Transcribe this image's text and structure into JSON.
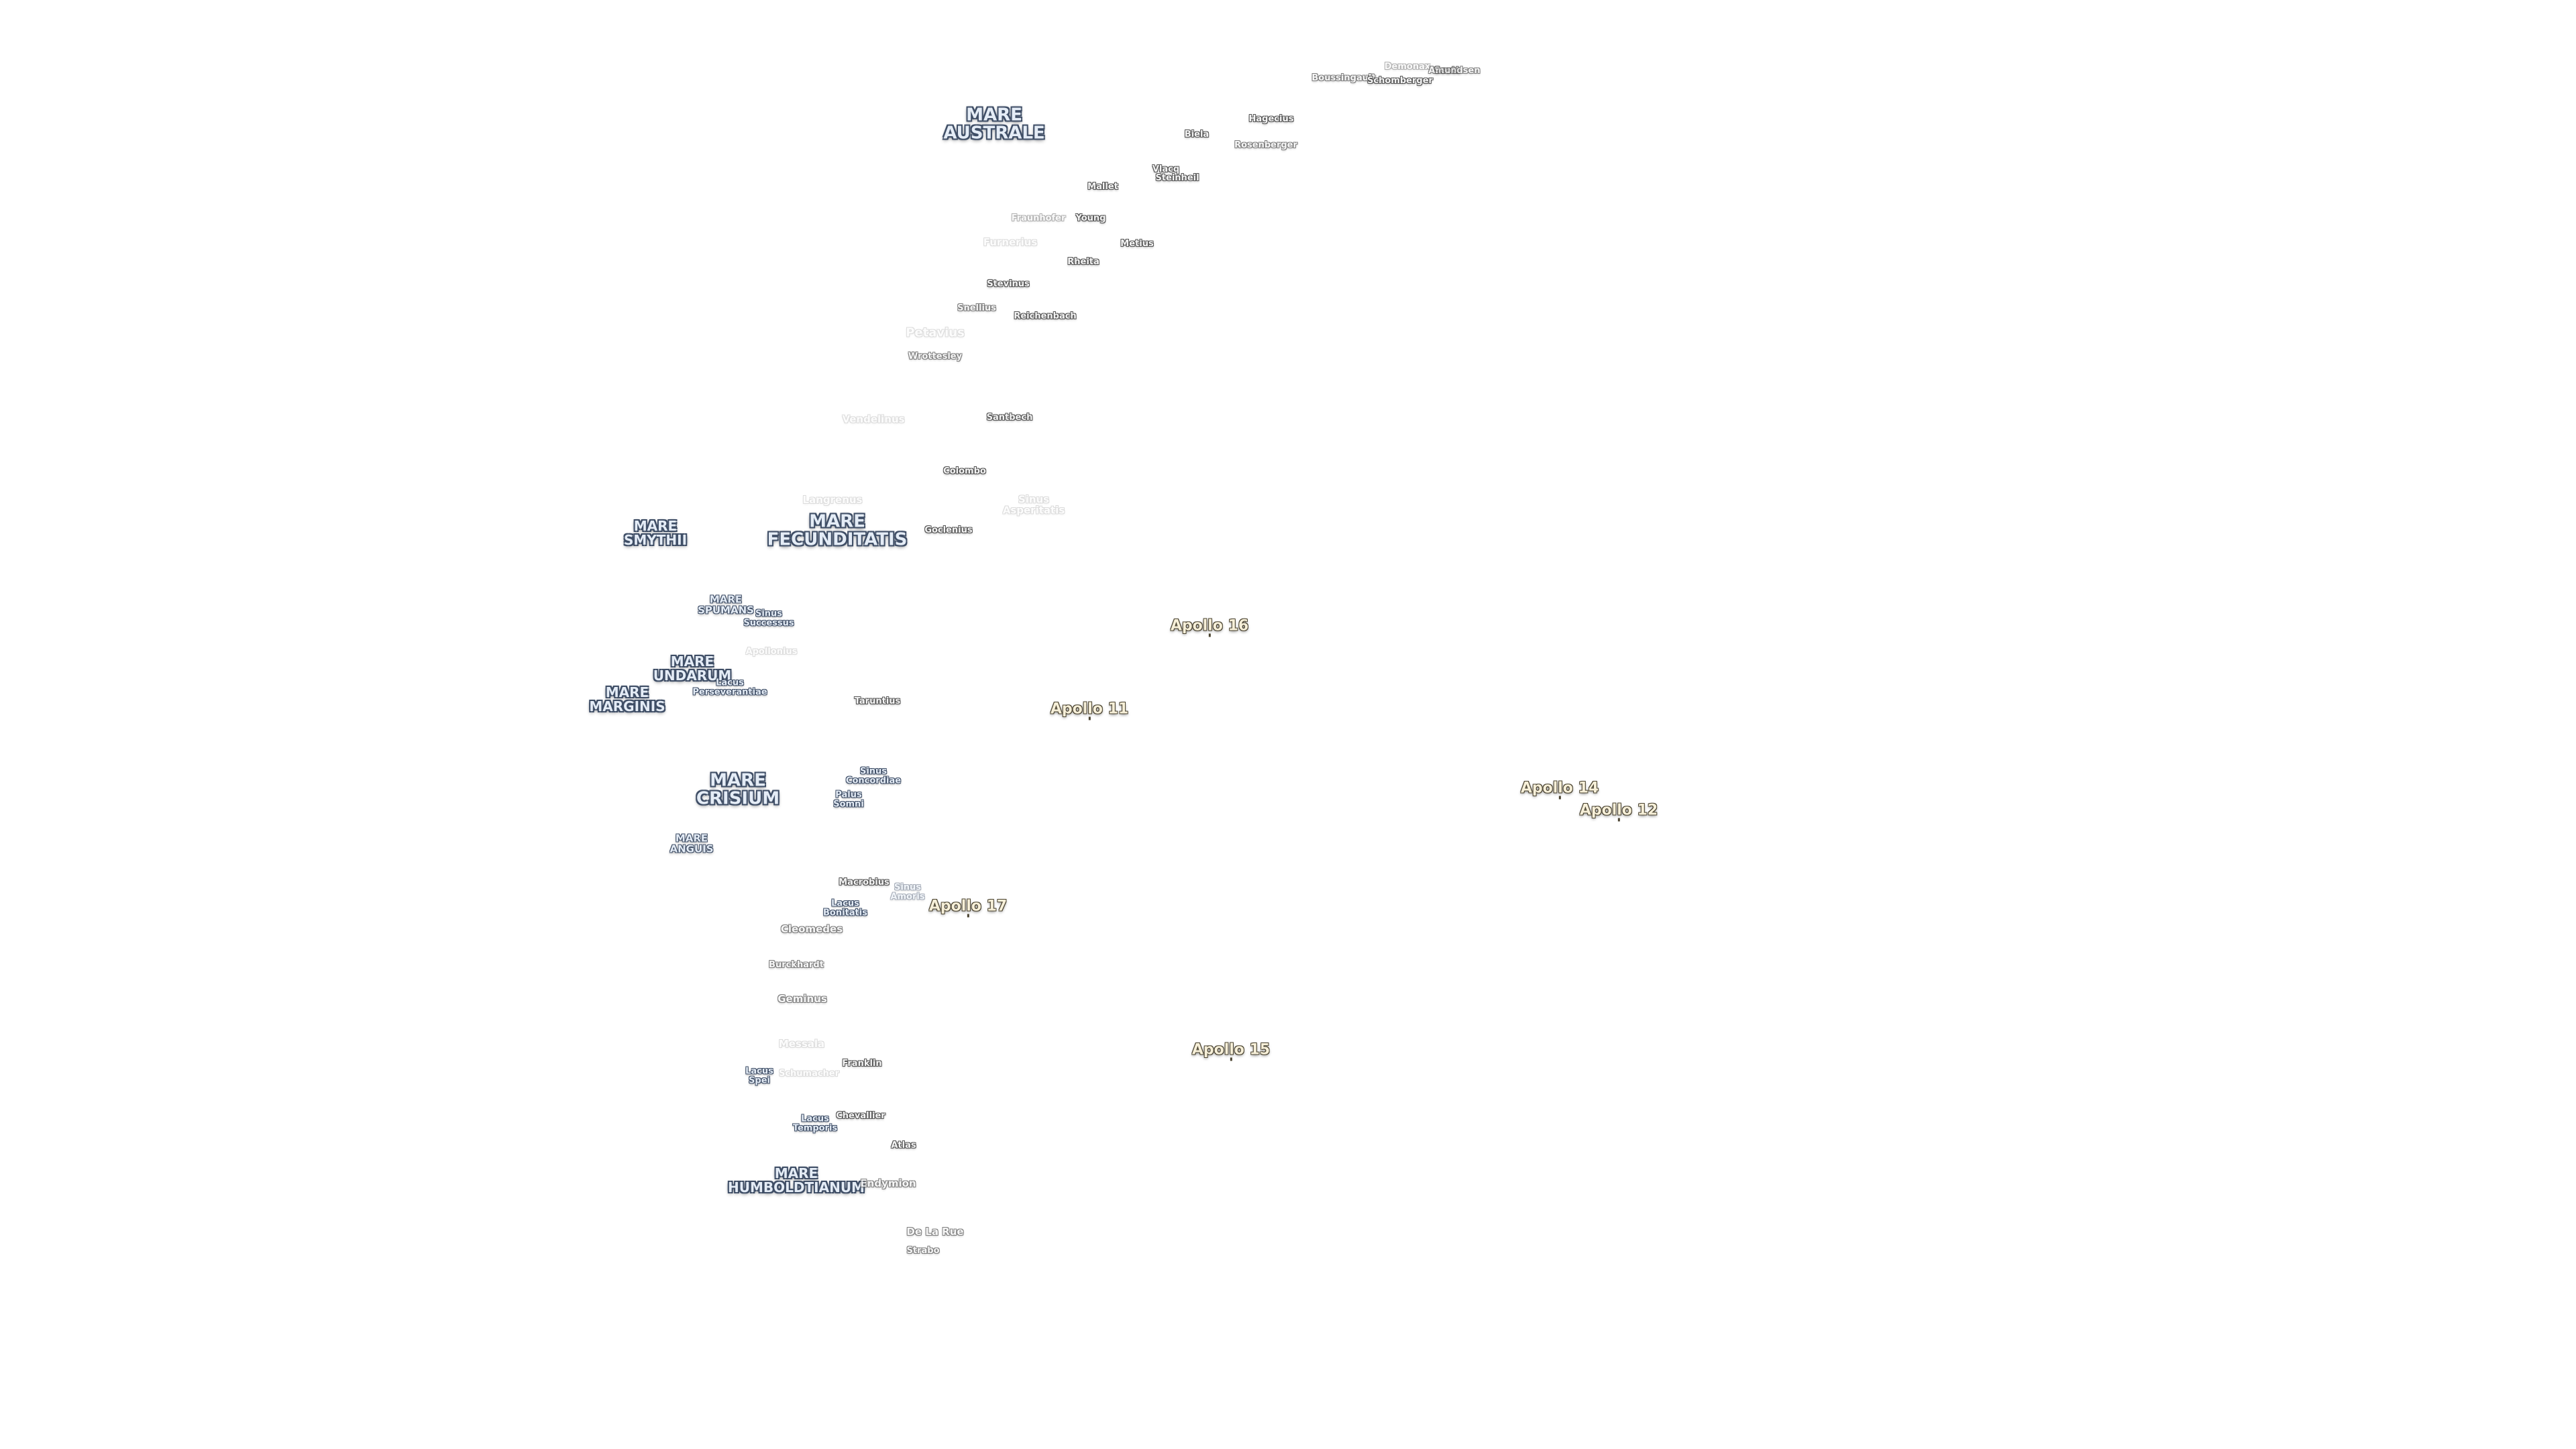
{
  "maria": [
    {
      "id": "mare-australe",
      "text": "MARE\nAUSTRALE",
      "size": "lg"
    },
    {
      "id": "mare-smythii",
      "text": "MARE\nSMYTHII",
      "size": "md"
    },
    {
      "id": "mare-fecunditatis",
      "text": "MARE\nFECUNDITATIS",
      "size": "lg"
    },
    {
      "id": "mare-spumans",
      "text": "MARE\nSPUMANS",
      "size": "sm"
    },
    {
      "id": "mare-undarum",
      "text": "MARE\nUNDARUM",
      "size": "md"
    },
    {
      "id": "mare-marginis",
      "text": "MARE\nMARGINIS",
      "size": "md"
    },
    {
      "id": "mare-crisium",
      "text": "MARE\nCRISIUM",
      "size": "lg"
    },
    {
      "id": "mare-anguis",
      "text": "MARE\nANGUIS",
      "size": "sm"
    },
    {
      "id": "mare-humboldtianum",
      "text": "MARE\nHUMBOLDTIANUM",
      "size": "md"
    }
  ],
  "sinus_lacus": [
    {
      "id": "sinus-successus",
      "text": "Sinus\nSuccessus"
    },
    {
      "id": "lacus-perseverantiae",
      "text": "Lacus\nPerseverantiae"
    },
    {
      "id": "sinus-concordiae",
      "text": "Sinus\nConcordiae"
    },
    {
      "id": "palus-somni",
      "text": "Palus\nSomni"
    },
    {
      "id": "lacus-bonitatis",
      "text": "Lacus\nBonitatis"
    },
    {
      "id": "sinus-amoris",
      "text": "Sinus\nAmoris",
      "fade": "fade2"
    },
    {
      "id": "lacus-spei",
      "text": "Lacus\nSpei"
    },
    {
      "id": "lacus-temporis",
      "text": "Lacus\nTemporis"
    }
  ],
  "craters": [
    {
      "id": "demonax",
      "text": "Demonax",
      "fade": "fade2"
    },
    {
      "id": "boussingault",
      "text": "Boussingault",
      "fade": "fade1"
    },
    {
      "id": "schomberger",
      "text": "Schomberger",
      "fade": ""
    },
    {
      "id": "scott",
      "text": "Scott",
      "fade": ""
    },
    {
      "id": "amundsen",
      "text": "Amundsen",
      "fade": "fade1"
    },
    {
      "id": "hagecius",
      "text": "Hagecius",
      "fade": ""
    },
    {
      "id": "biela",
      "text": "Biela",
      "fade": ""
    },
    {
      "id": "rosenberger",
      "text": "Rosenberger",
      "fade": "fade1"
    },
    {
      "id": "vlacq",
      "text": "Vlacq",
      "fade": ""
    },
    {
      "id": "steinheil",
      "text": "Steinheil",
      "fade": ""
    },
    {
      "id": "mallet",
      "text": "Mallet",
      "fade": ""
    },
    {
      "id": "fraunhofer",
      "text": "Fraunhofer",
      "fade": "fade2"
    },
    {
      "id": "young",
      "text": "Young",
      "fade": ""
    },
    {
      "id": "furnerius",
      "text": "Furnerius",
      "fade": "fade3",
      "size": "md"
    },
    {
      "id": "metius",
      "text": "Metius",
      "fade": ""
    },
    {
      "id": "rheita",
      "text": "Rheita",
      "fade": ""
    },
    {
      "id": "stevinus",
      "text": "Stevinus",
      "fade": ""
    },
    {
      "id": "snellius",
      "text": "Snellius",
      "fade": "fade1"
    },
    {
      "id": "reichenbach",
      "text": "Reichenbach",
      "fade": ""
    },
    {
      "id": "petavius",
      "text": "Petavius",
      "fade": "fade3",
      "size": "lg"
    },
    {
      "id": "wrottesley",
      "text": "Wrottesley",
      "fade": "fade1"
    },
    {
      "id": "vendelinus",
      "text": "Vendelinus",
      "fade": "fade3",
      "size": "md"
    },
    {
      "id": "santbech",
      "text": "Santbech",
      "fade": ""
    },
    {
      "id": "colombo",
      "text": "Colombo",
      "fade": ""
    },
    {
      "id": "langrenus",
      "text": "Langrenus",
      "fade": "fade3",
      "size": "md"
    },
    {
      "id": "sinus-asperitatis",
      "text": "Sinus\nAsperitatis",
      "fade": "fade3",
      "size": "md"
    },
    {
      "id": "goclenius",
      "text": "Goclenius",
      "fade": ""
    },
    {
      "id": "apollonius",
      "text": "Apollonius",
      "fade": "fade3"
    },
    {
      "id": "taruntius",
      "text": "Taruntius",
      "fade": ""
    },
    {
      "id": "macrobius",
      "text": "Macrobius",
      "fade": ""
    },
    {
      "id": "cleomedes",
      "text": "Cleomedes",
      "fade": "fade1",
      "size": "md"
    },
    {
      "id": "burckhardt",
      "text": "Burckhardt",
      "fade": "fade1"
    },
    {
      "id": "geminus",
      "text": "Geminus",
      "fade": "fade1",
      "size": "md"
    },
    {
      "id": "messala",
      "text": "Messala",
      "fade": "fade3",
      "size": "md"
    },
    {
      "id": "franklin",
      "text": "Franklin",
      "fade": ""
    },
    {
      "id": "schumacher",
      "text": "Schumacher",
      "fade": "fade3"
    },
    {
      "id": "chevallier",
      "text": "Chevallier",
      "fade": ""
    },
    {
      "id": "atlas",
      "text": "Atlas",
      "fade": ""
    },
    {
      "id": "endymion",
      "text": "Endymion",
      "fade": "fade1",
      "size": "md"
    },
    {
      "id": "de-la-rue",
      "text": "De La Rue",
      "fade": "fade1",
      "size": "md"
    },
    {
      "id": "strabo",
      "text": "Strabo",
      "fade": "fade1"
    }
  ],
  "apollo_sites": [
    {
      "id": "apollo-16",
      "text": "Apollo 16"
    },
    {
      "id": "apollo-11",
      "text": "Apollo 11"
    },
    {
      "id": "apollo-14",
      "text": "Apollo 14"
    },
    {
      "id": "apollo-12",
      "text": "Apollo 12"
    },
    {
      "id": "apollo-17",
      "text": "Apollo 17"
    },
    {
      "id": "apollo-15",
      "text": "Apollo 15"
    }
  ]
}
